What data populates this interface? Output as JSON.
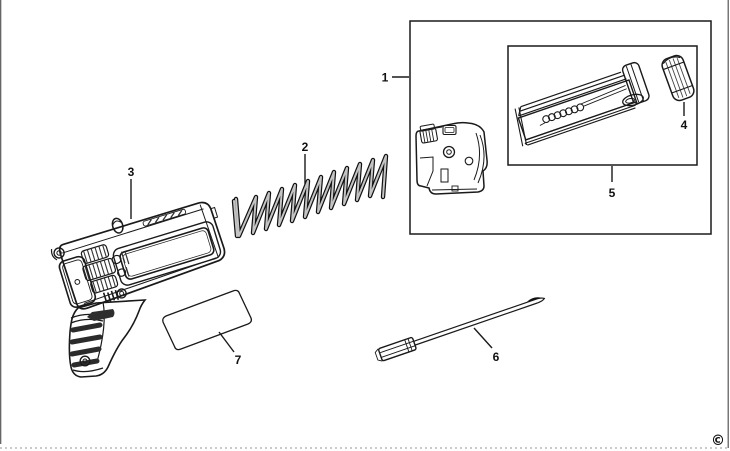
{
  "figure": {
    "callouts": [
      {
        "label": "1"
      },
      {
        "label": "2"
      },
      {
        "label": "3"
      },
      {
        "label": "4"
      },
      {
        "label": "5"
      },
      {
        "label": "6"
      },
      {
        "label": "7"
      }
    ],
    "copyright": "©",
    "colors": {
      "line": "#1a1a1a",
      "background": "#ffffff",
      "spring_fill": "#c4c4c4",
      "dark_detail": "#2e2e2e"
    }
  }
}
